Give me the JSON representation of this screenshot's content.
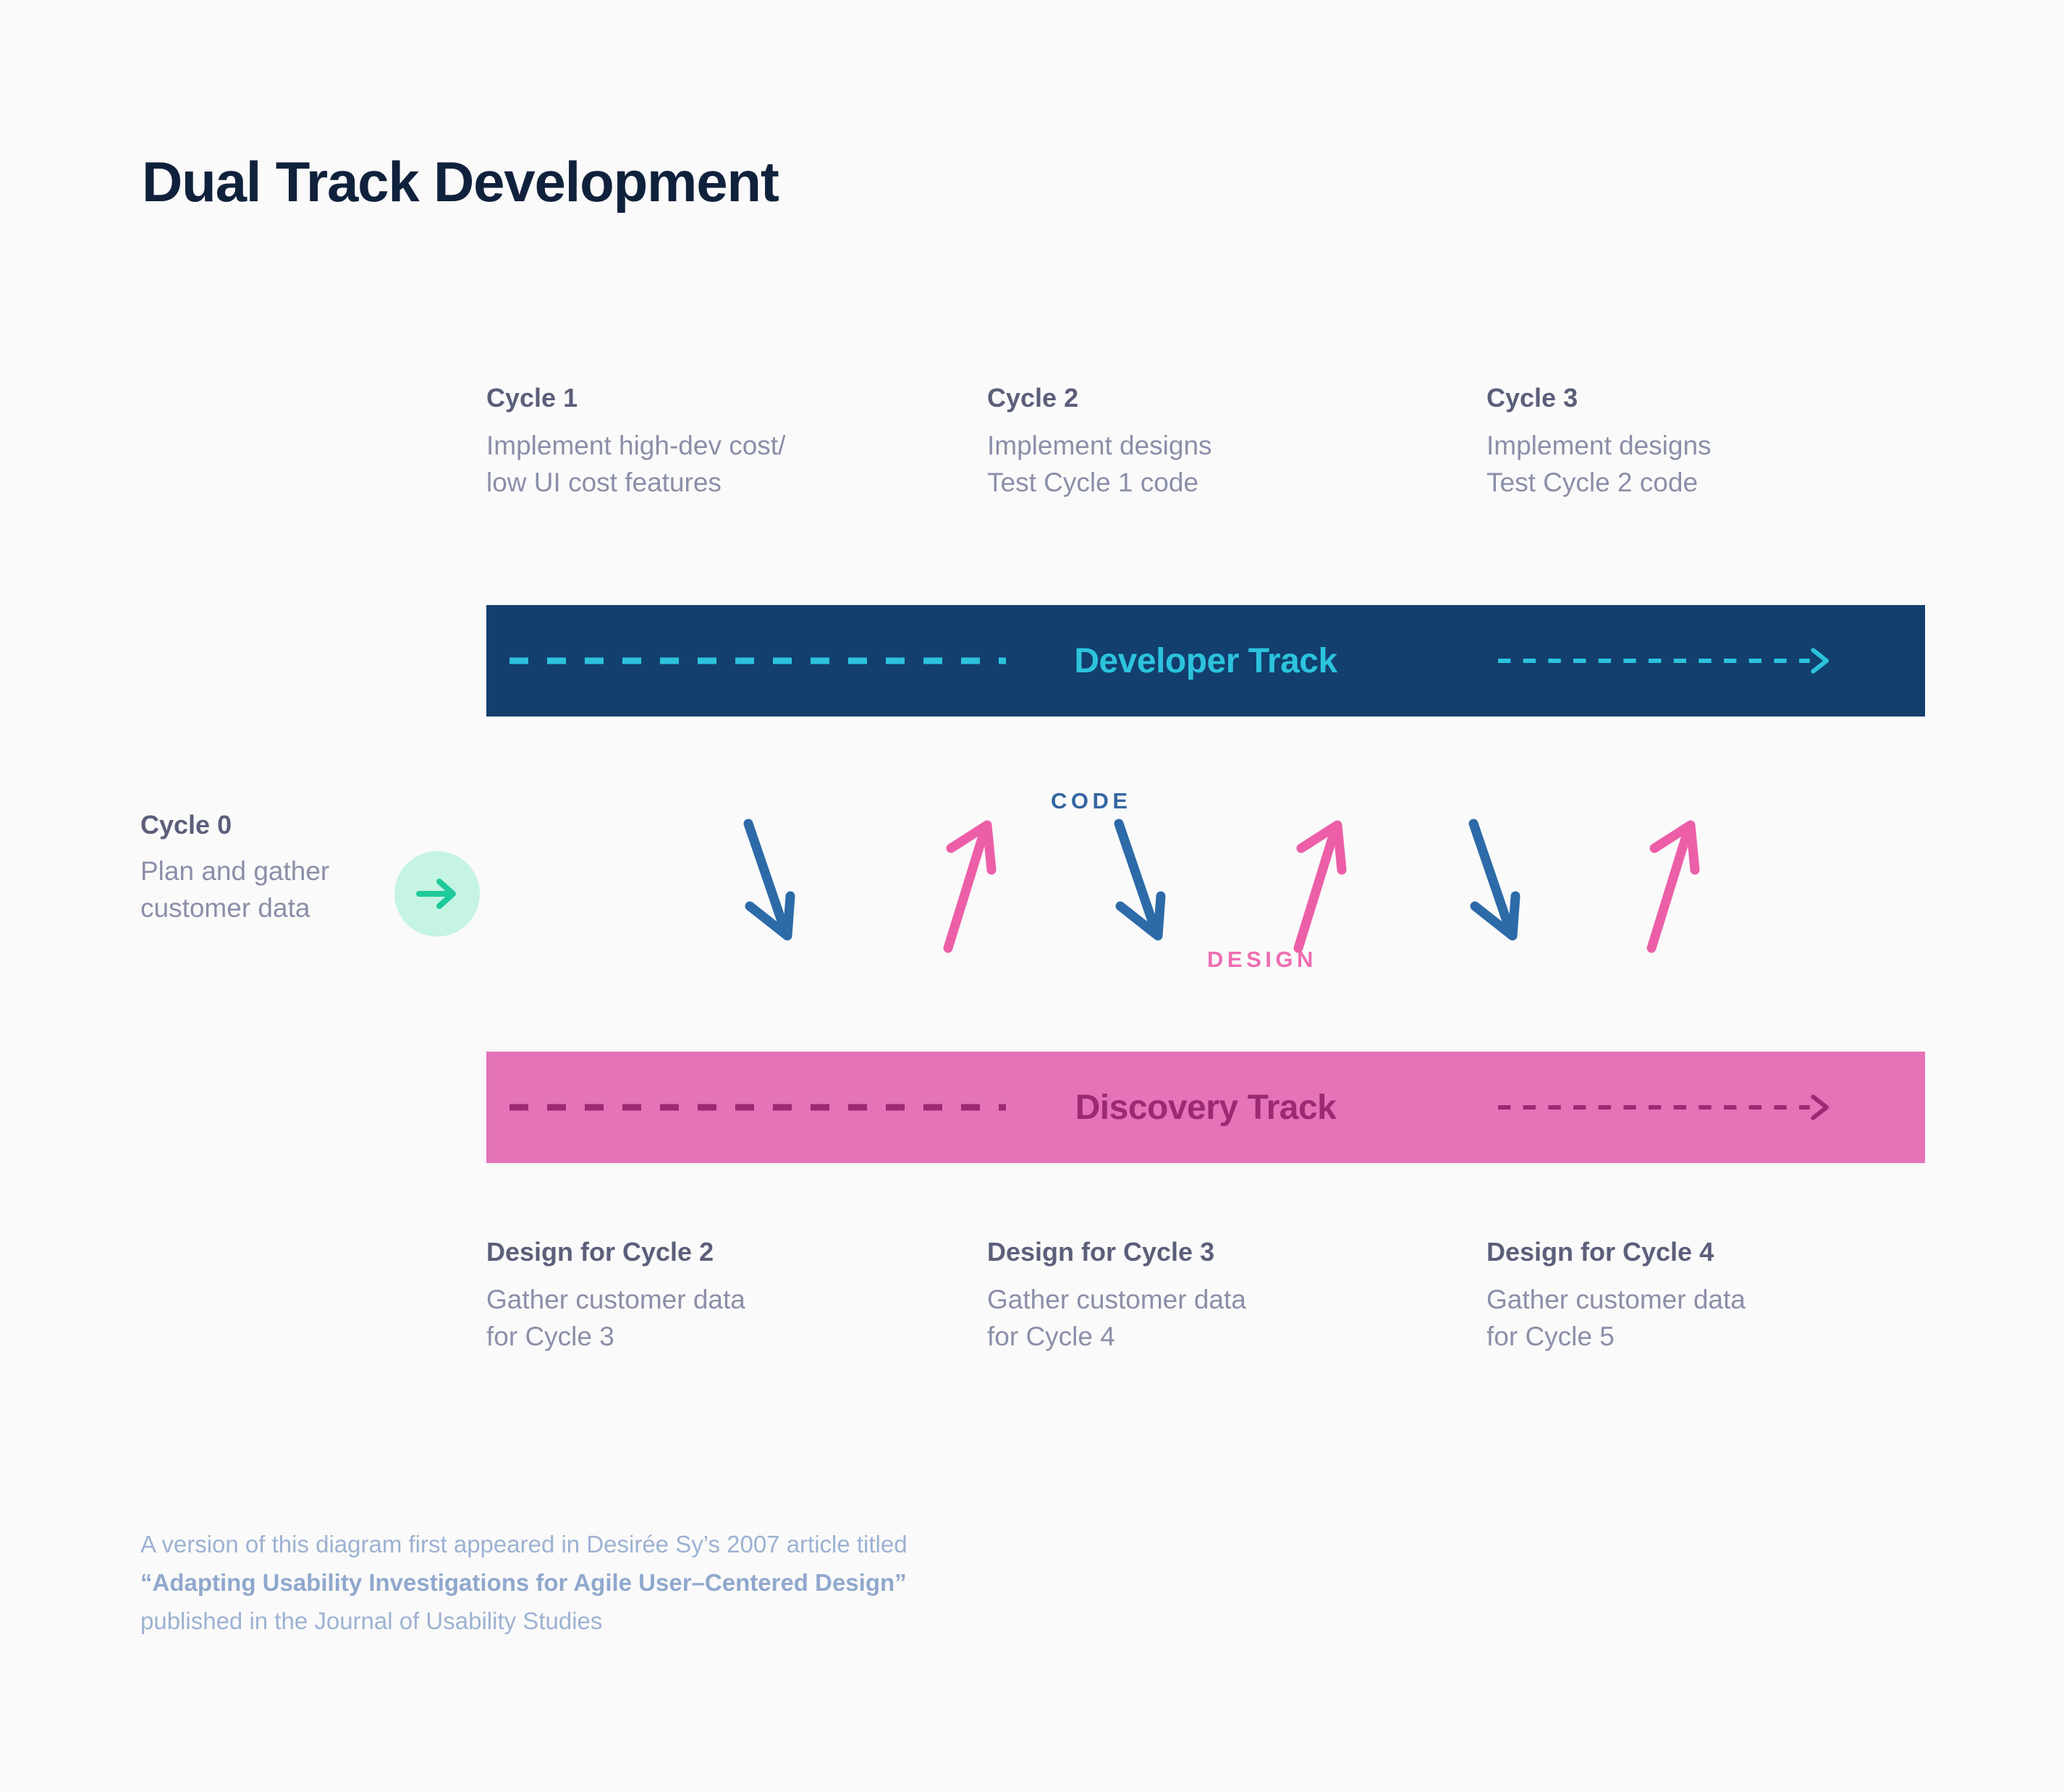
{
  "page": {
    "title": "Dual Track Development",
    "background": "#fafafa"
  },
  "colors": {
    "title": "#10213c",
    "heading": "#5b5f7a",
    "body": "#8b8fa8",
    "developer_track_bg": "#123f6e",
    "developer_track_text": "#2cc3dd",
    "discovery_track_bg": "#e473b8",
    "discovery_track_text": "#9c2a72",
    "code_arrow": "#2d6aa8",
    "design_arrow": "#ec5fa8",
    "cycle_zero_circle": "#c5f4e2",
    "cycle_zero_arrow": "#1ec99a",
    "footnote": "#9db2d2"
  },
  "cycle_zero": {
    "heading": "Cycle 0",
    "lines": [
      "Plan and gather",
      "customer data"
    ],
    "arrow_icon": "arrow-right-icon"
  },
  "developer_cycles": [
    {
      "heading": "Cycle 1",
      "lines": [
        "Implement high-dev cost/",
        "low UI cost features"
      ]
    },
    {
      "heading": "Cycle 2",
      "lines": [
        "Implement designs",
        "Test Cycle 1 code"
      ]
    },
    {
      "heading": "Cycle 3",
      "lines": [
        "Implement designs",
        "Test Cycle 2 code"
      ]
    }
  ],
  "discovery_cycles": [
    {
      "heading": "Design for Cycle 2",
      "lines": [
        "Gather customer data",
        "for Cycle 3"
      ]
    },
    {
      "heading": "Design for Cycle 3",
      "lines": [
        "Gather customer data",
        "for Cycle 4"
      ]
    },
    {
      "heading": "Design for Cycle 4",
      "lines": [
        "Gather customer data",
        "for Cycle 5"
      ]
    }
  ],
  "tracks": {
    "developer": {
      "label": "Developer Track"
    },
    "discovery": {
      "label": "Discovery Track"
    }
  },
  "axis_labels": {
    "code": "CODE",
    "design": "DESIGN"
  },
  "footnote": {
    "line1": "A version of this diagram first appeared in Desirée Sy’s 2007 article titled",
    "line2": "“Adapting Usability Investigations for Agile User–Centered Design”",
    "line3": "published in the Journal of Usability Studies"
  }
}
